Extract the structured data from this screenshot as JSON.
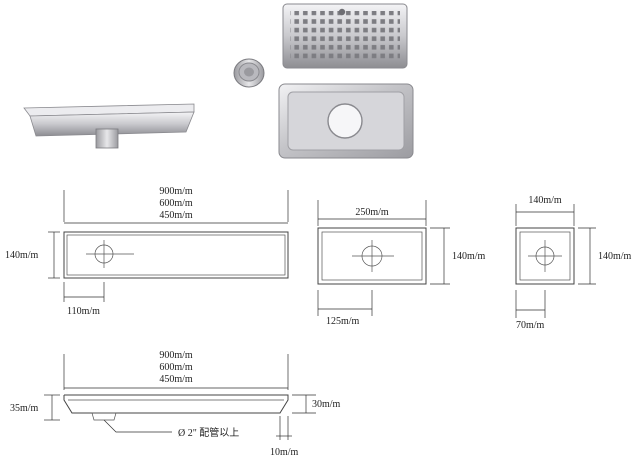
{
  "photos": {
    "cover_plate": "perforated cover plate",
    "strainer_cup": "round strainer cup",
    "drain_body": "rectangular drain body",
    "side_profile": "long channel side profile"
  },
  "drawings": {
    "long_channel_plan": {
      "lengths": [
        "900m/m",
        "600m/m",
        "450m/m"
      ],
      "height": "140m/m",
      "outlet_offset": "110m/m"
    },
    "medium_drain_plan": {
      "width": "250m/m",
      "height": "140m/m",
      "outlet_offset": "125m/m"
    },
    "square_drain_plan": {
      "width": "140m/m",
      "height": "140m/m",
      "outlet_offset": "70m/m"
    },
    "long_channel_side": {
      "lengths": [
        "900m/m",
        "600m/m",
        "450m/m"
      ],
      "total_depth": "35m/m",
      "channel_depth": "30m/m",
      "flange": "10m/m",
      "pipe_note": "Ø  2\" 配管以上"
    }
  },
  "colors": {
    "line": "#333333",
    "steel_light": "#e4e4e6",
    "steel_dark": "#8a8a8f"
  }
}
